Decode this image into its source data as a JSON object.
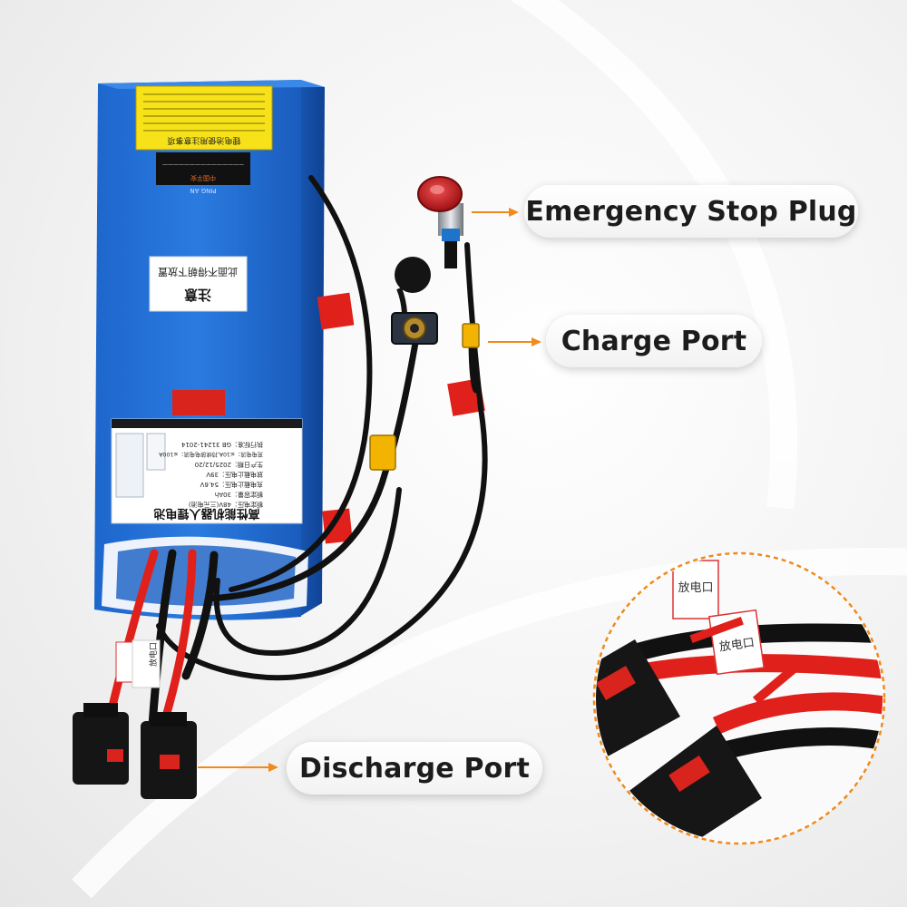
{
  "callouts": {
    "emergency_stop": "Emergency Stop Plug",
    "charge_port": "Charge Port",
    "discharge_port": "Discharge Port"
  },
  "battery": {
    "warning_label_title": "锂电池使用注意事项",
    "caution_title": "注意",
    "caution_text": "此面不得朝下放置",
    "spec_title": "高性能机器人锂电池",
    "spec_lines": [
      "额定电压：48V(三元电池)",
      "额定容量：30Ah",
      "充电截止电压：54.6V",
      "放电截止电压：39V",
      "生产日期：2025/12/20",
      "充电电流：≤10A,持续放电电流：≤100A",
      "执行标准：GB 31241-2014"
    ],
    "insurance_brand": "中国平安",
    "insurance_brand_en": "PING AN"
  },
  "tags": {
    "discharge_tag": "放电口"
  },
  "colors": {
    "battery_blue": "#1f6fd1",
    "callout_arrow": "#f08a1c",
    "wire_red": "#e0201b",
    "connector_yellow": "#f2b400",
    "label_yellow": "#f7e21a"
  }
}
